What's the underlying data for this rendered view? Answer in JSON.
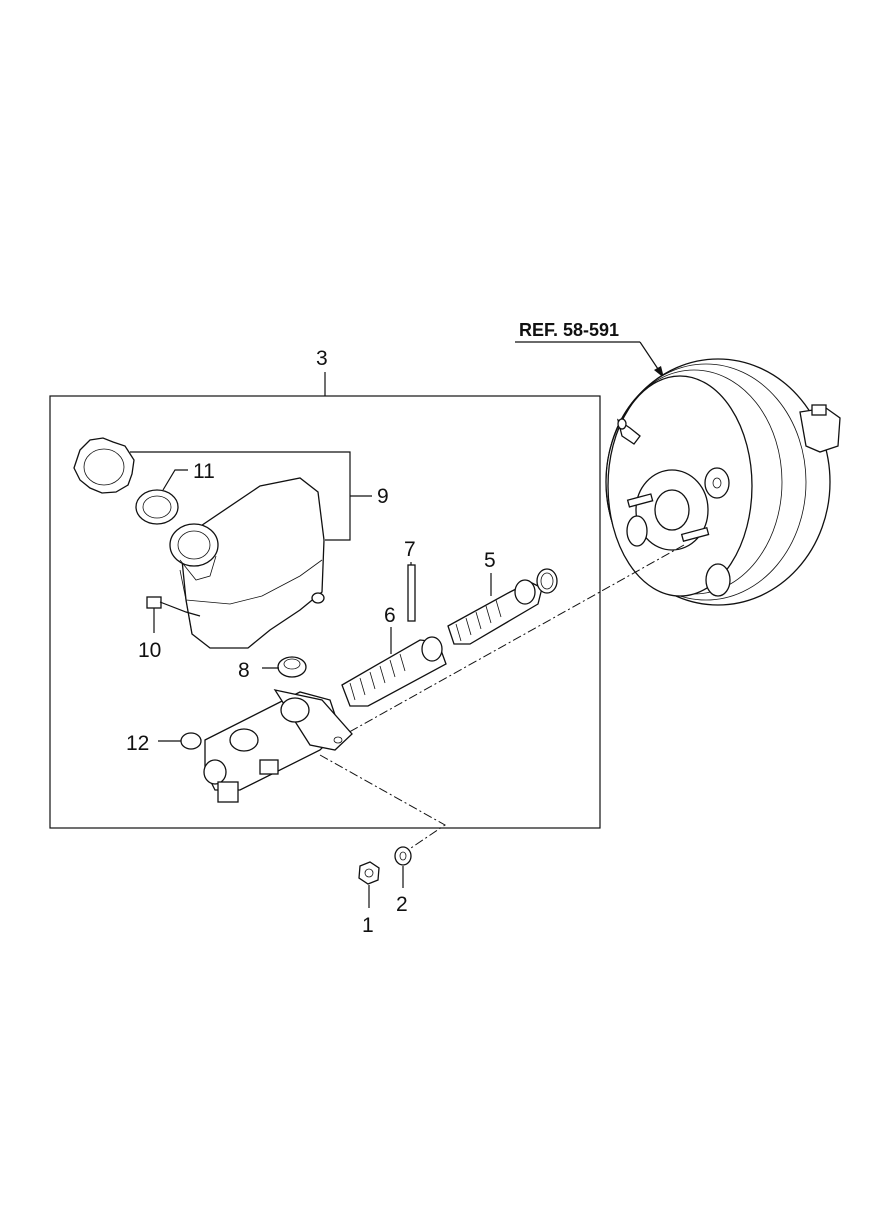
{
  "reference": {
    "text": "REF. 58-591"
  },
  "callouts": [
    {
      "id": "1",
      "text": "1"
    },
    {
      "id": "2",
      "text": "2"
    },
    {
      "id": "3",
      "text": "3"
    },
    {
      "id": "5",
      "text": "5"
    },
    {
      "id": "6",
      "text": "6"
    },
    {
      "id": "7",
      "text": "7"
    },
    {
      "id": "8",
      "text": "8"
    },
    {
      "id": "9",
      "text": "9"
    },
    {
      "id": "10",
      "text": "10"
    },
    {
      "id": "11",
      "text": "11"
    },
    {
      "id": "12",
      "text": "12"
    }
  ]
}
